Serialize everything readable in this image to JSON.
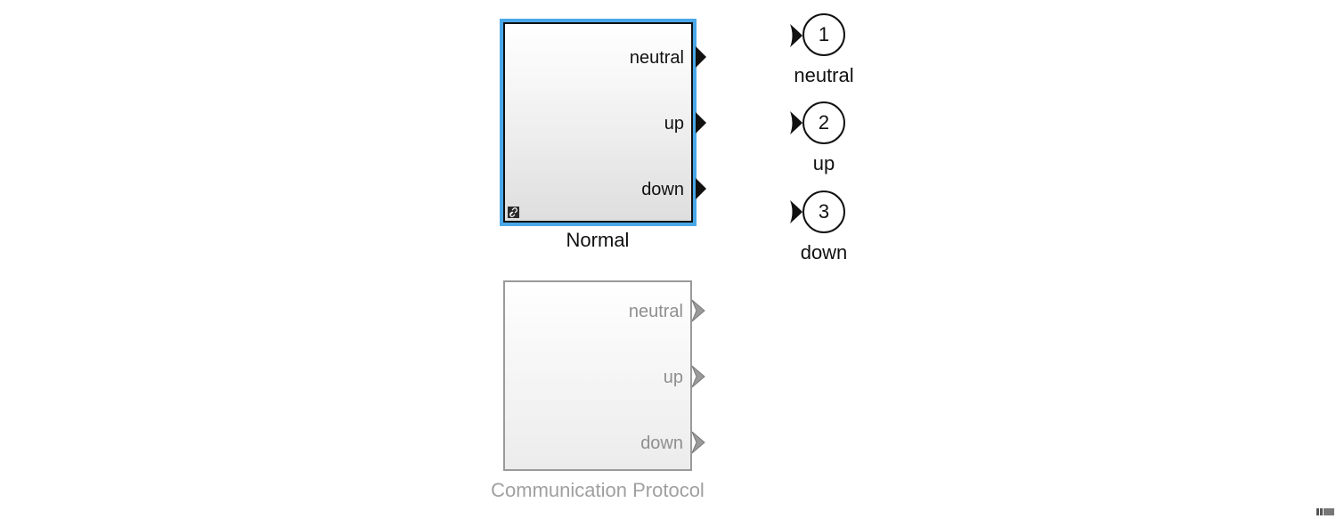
{
  "blocks": {
    "normal": {
      "name": "Normal",
      "ports": [
        "neutral",
        "up",
        "down"
      ]
    },
    "communication": {
      "name": "Communication Protocol",
      "ports": [
        "neutral",
        "up",
        "down"
      ]
    }
  },
  "outports": [
    {
      "number": "1",
      "name": "neutral"
    },
    {
      "number": "2",
      "name": "up"
    },
    {
      "number": "3",
      "name": "down"
    }
  ],
  "colors": {
    "selection": "#4aa8e8",
    "active_stroke": "#111111",
    "inactive_stroke": "#9a9a9a",
    "inactive_text": "#8f8f8f"
  },
  "icons": {
    "library_link": "link-icon",
    "status_bar": "status-bar-icon"
  }
}
